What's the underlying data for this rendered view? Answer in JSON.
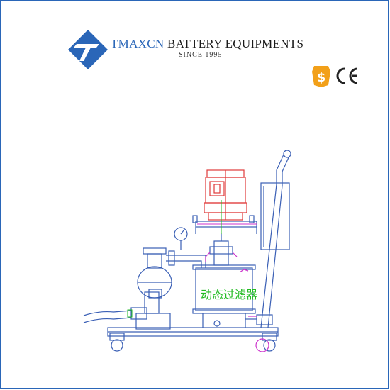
{
  "header": {
    "brand_prefix": "TMAXCN",
    "brand_suffix": " BATTERY EQUIPMENTS",
    "since": "SINCE 1995",
    "logo_icon": "t-diamond-logo-icon",
    "accent": "#2a66b8"
  },
  "certifications": {
    "icons": [
      "security-badge-icon",
      "ce-mark-icon"
    ]
  },
  "drawing": {
    "label": "动态过滤器",
    "label_color": "#22bb22",
    "line_color": "#3a5fb5",
    "motor_color": "#e03a3a",
    "pipe_color": "#cc33cc"
  }
}
